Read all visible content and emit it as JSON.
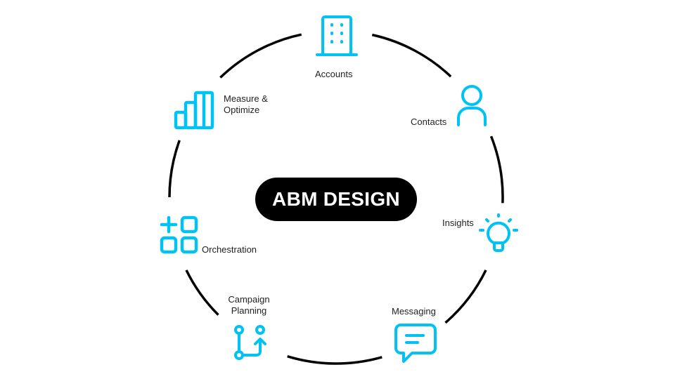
{
  "title": "ABM DESIGN",
  "accent_color": "#00C2F3",
  "stages": [
    {
      "label": "Accounts",
      "icon": "building-icon"
    },
    {
      "label": "Contacts",
      "icon": "person-icon"
    },
    {
      "label": "Insights",
      "icon": "lightbulb-icon"
    },
    {
      "label": "Messaging",
      "icon": "chat-bubble-icon"
    },
    {
      "label_line1": "Campaign",
      "label_line2": "Planning",
      "icon": "branch-merge-icon"
    },
    {
      "label": "Orchestration",
      "icon": "grid-plus-icon"
    },
    {
      "label_line1": "Measure &",
      "label_line2": "Optimize",
      "icon": "bar-chart-icon"
    }
  ]
}
